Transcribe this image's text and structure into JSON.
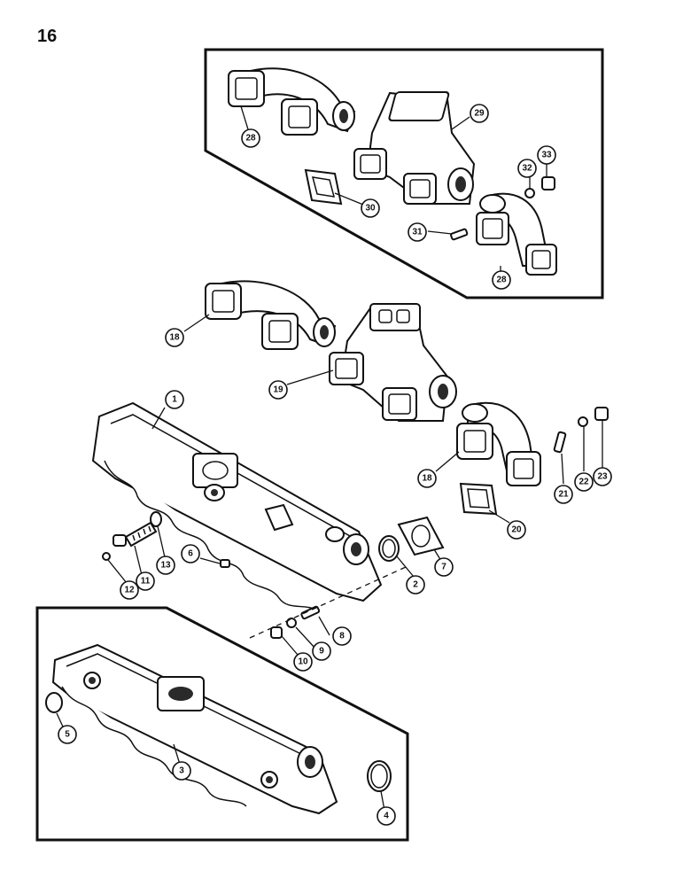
{
  "page_number": "16",
  "callouts": {
    "c1": "1",
    "c2": "2",
    "c3": "3",
    "c4": "4",
    "c5": "5",
    "c6": "6",
    "c7": "7",
    "c8": "8",
    "c9": "9",
    "c10": "10",
    "c11": "11",
    "c12": "12",
    "c13": "13",
    "c18a": "18",
    "c18b": "18",
    "c19": "19",
    "c20": "20",
    "c21": "21",
    "c22": "22",
    "c23": "23",
    "c28a": "28",
    "c28b": "28",
    "c29": "29",
    "c30": "30",
    "c31": "31",
    "c32": "32",
    "c33": "33"
  }
}
